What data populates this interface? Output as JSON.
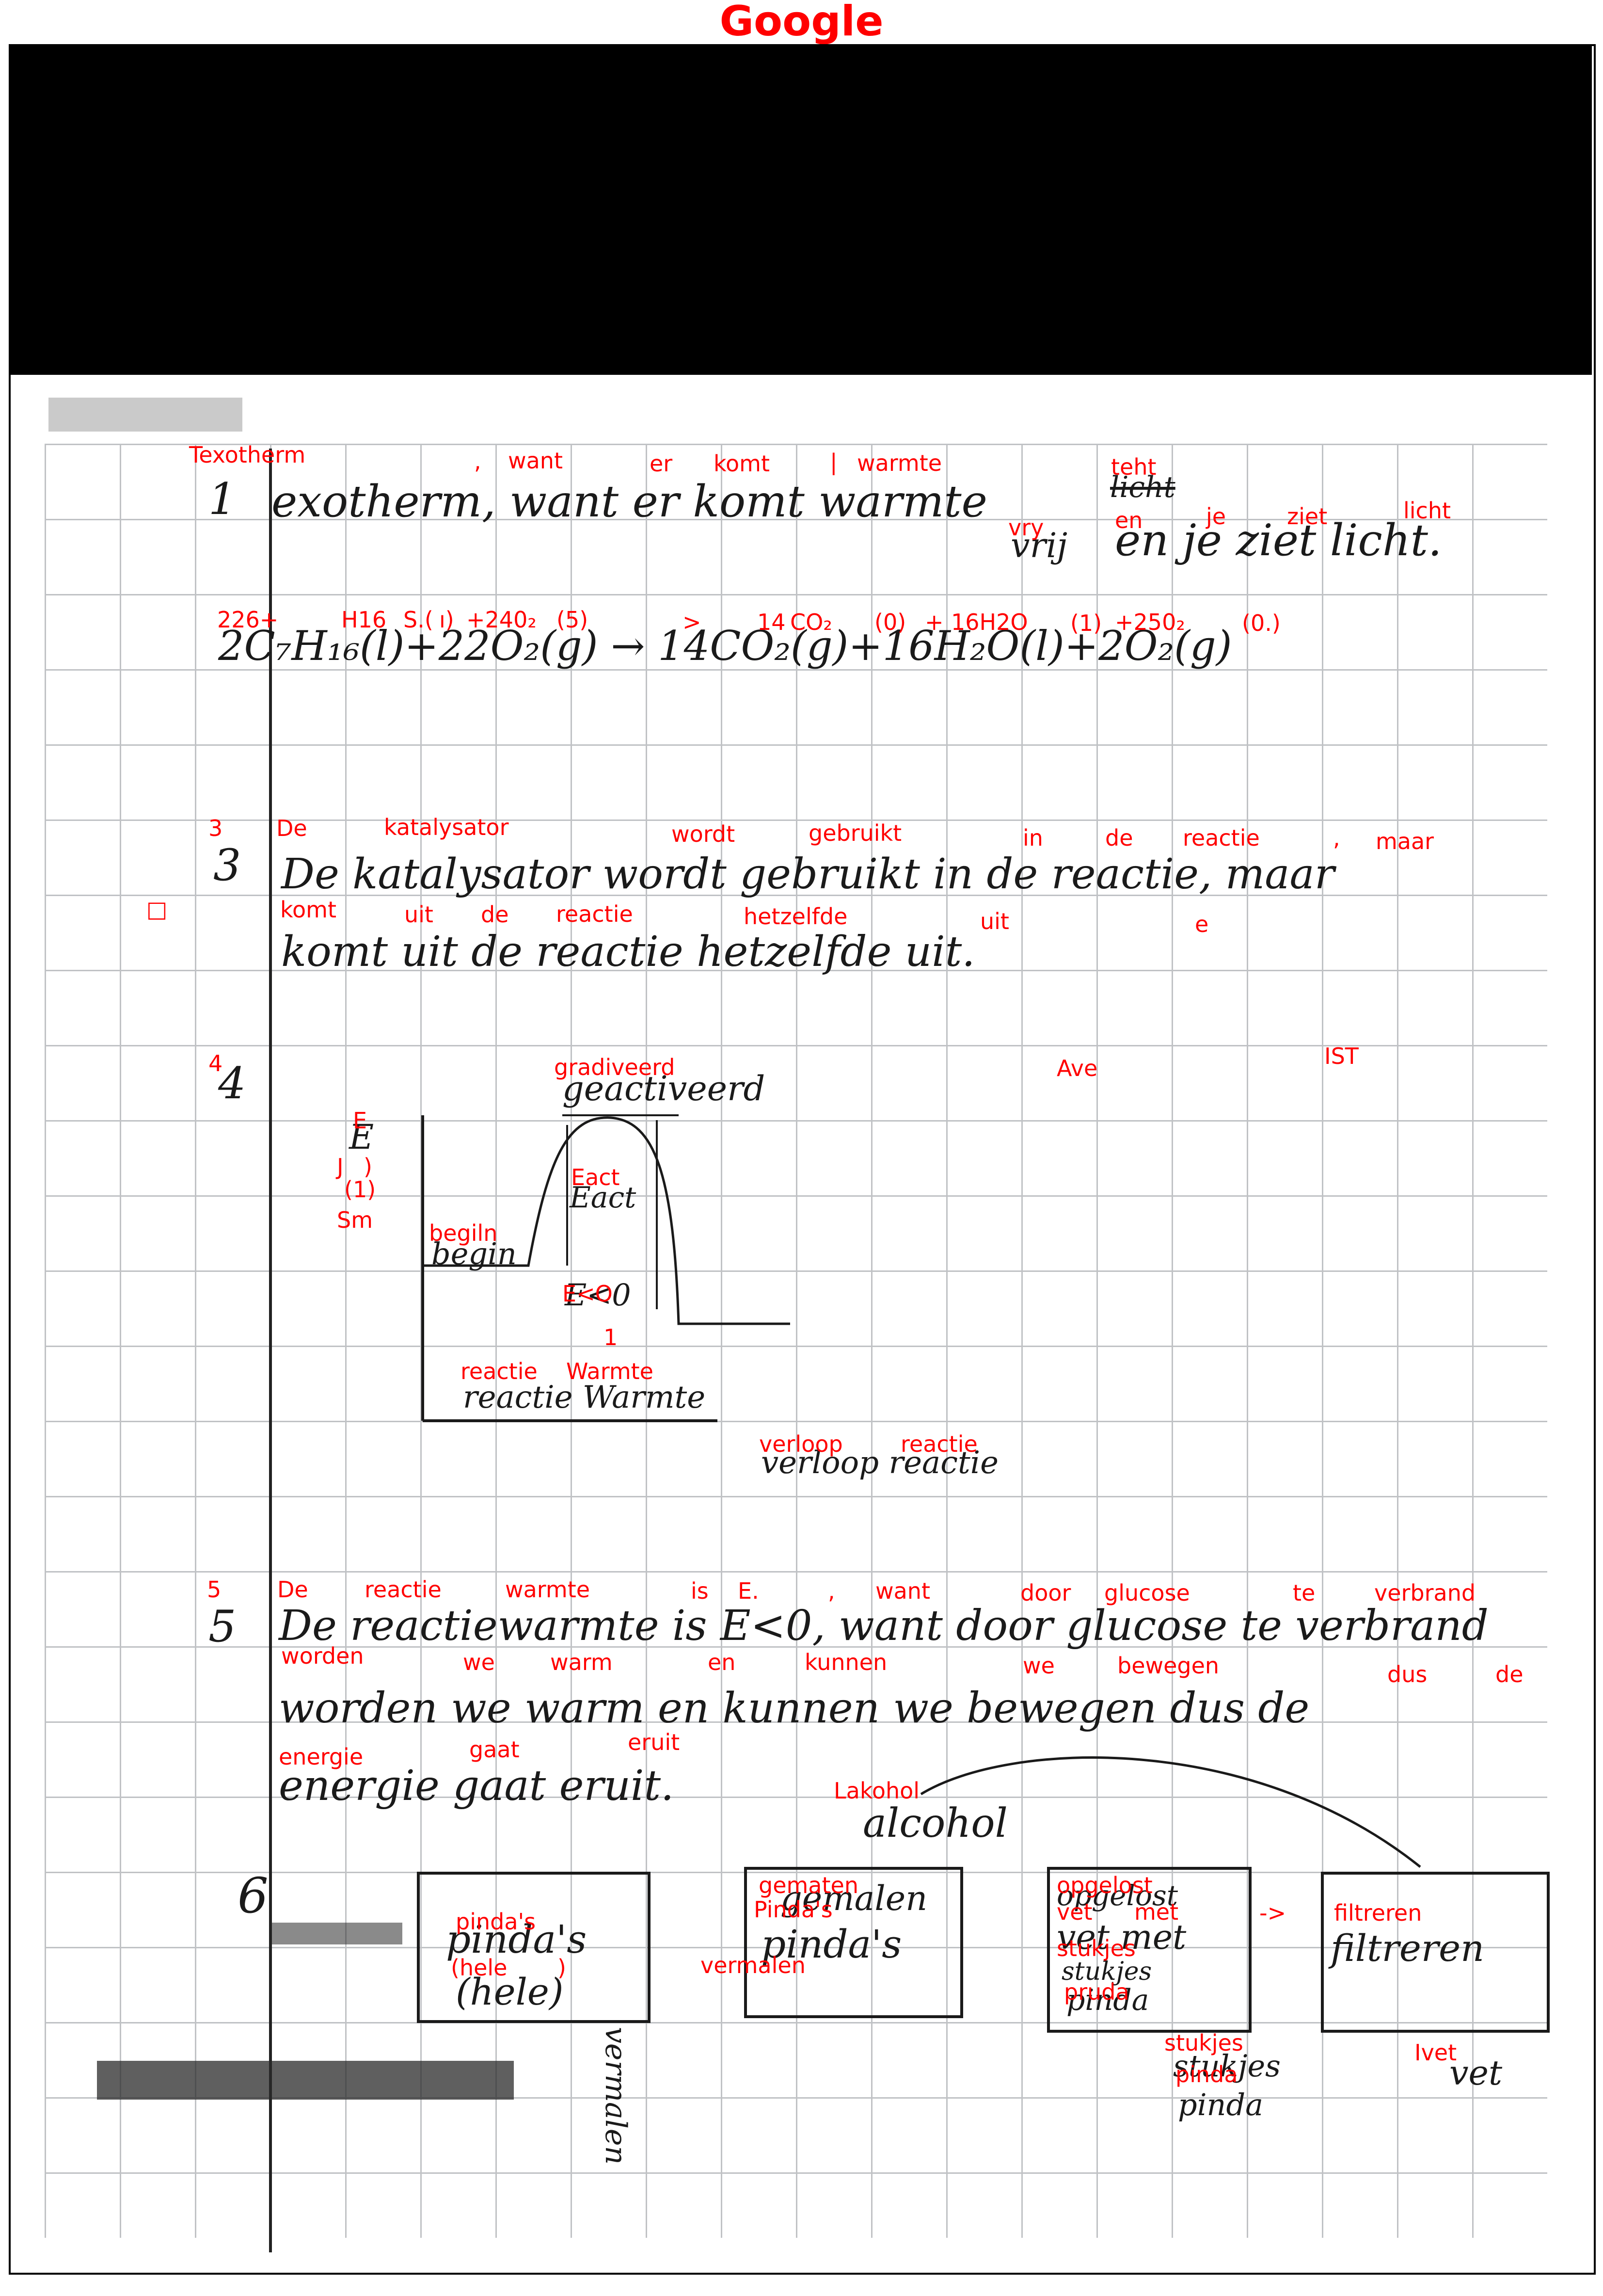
{
  "page": {
    "title": "Google",
    "accent_color": "#ff0000"
  },
  "annotations": [
    "Texotherm",
    ",",
    "want",
    "er",
    "komt",
    "|",
    "warmte",
    "teht",
    "vry",
    "en",
    "je",
    "ziet",
    "licht",
    "226+",
    "H16",
    "S.(",
    "ı)",
    "+240₂",
    "(5)",
    ">",
    "14",
    "CO₂",
    "(0)",
    "+",
    "16H2O",
    "(1)",
    "+250₂",
    "(0.)",
    "3",
    "De",
    "katalysator",
    "wordt",
    "gebruikt",
    "in",
    "de",
    "reactie",
    ",",
    "maar",
    "□",
    "komt",
    "uit",
    "de",
    "reactie",
    "hetzelfde",
    "uit",
    "e",
    "4",
    "gradiveerd",
    "Ave",
    "IST",
    "E",
    "J",
    ")",
    "(1)",
    "Sm",
    "Eact",
    "begiln",
    "E<O",
    "1",
    "reactie",
    "Warmte",
    "verloop",
    "reactie",
    "5",
    "De",
    "reactie",
    "warmte",
    "is",
    "E.",
    ",",
    "want",
    "door",
    "glucose",
    "te",
    "verbrand",
    "worden",
    "we",
    "warm",
    "en",
    "kunnen",
    "we",
    "bewegen",
    "dus",
    "de",
    "energie",
    "gaat",
    "eruit",
    "Lakohol",
    "gematen",
    "Pinda's",
    "opgelost",
    "vet",
    "met",
    "->",
    "filtreren",
    "pinda's",
    "(hele",
    ")",
    "vermalen",
    "stukjes",
    "pruda",
    "stukjes",
    "pinda",
    "Ivet"
  ],
  "handwriting": [
    "1",
    "exotherm, want er komt warmte",
    "licht",
    "vrij",
    "en je ziet licht.",
    "2C₇H₁₆(l)+22O₂(g) → 14CO₂(g)+16H₂O(l)+2O₂(g)",
    "3",
    "De katalysator wordt gebruikt in de reactie, maar",
    "komt uit de reactie hetzelfde uit.",
    "4",
    "geactiveerd",
    "E",
    "Eact",
    "begin",
    "E<0",
    "reactie Warmte",
    "verloop reactie",
    "5",
    "De reactiewarmte is E<0, want door glucose te verbrand",
    "worden we warm en kunnen we bewegen dus de",
    "energie gaat eruit.",
    "alcohol",
    "6",
    "pinda's",
    "(hele)",
    "vermalen",
    "gemalen",
    "pinda's",
    "opgelost",
    "vet met",
    "stukjes",
    "pinda",
    "filtreren",
    "stukjes",
    "pinda",
    "vet"
  ]
}
